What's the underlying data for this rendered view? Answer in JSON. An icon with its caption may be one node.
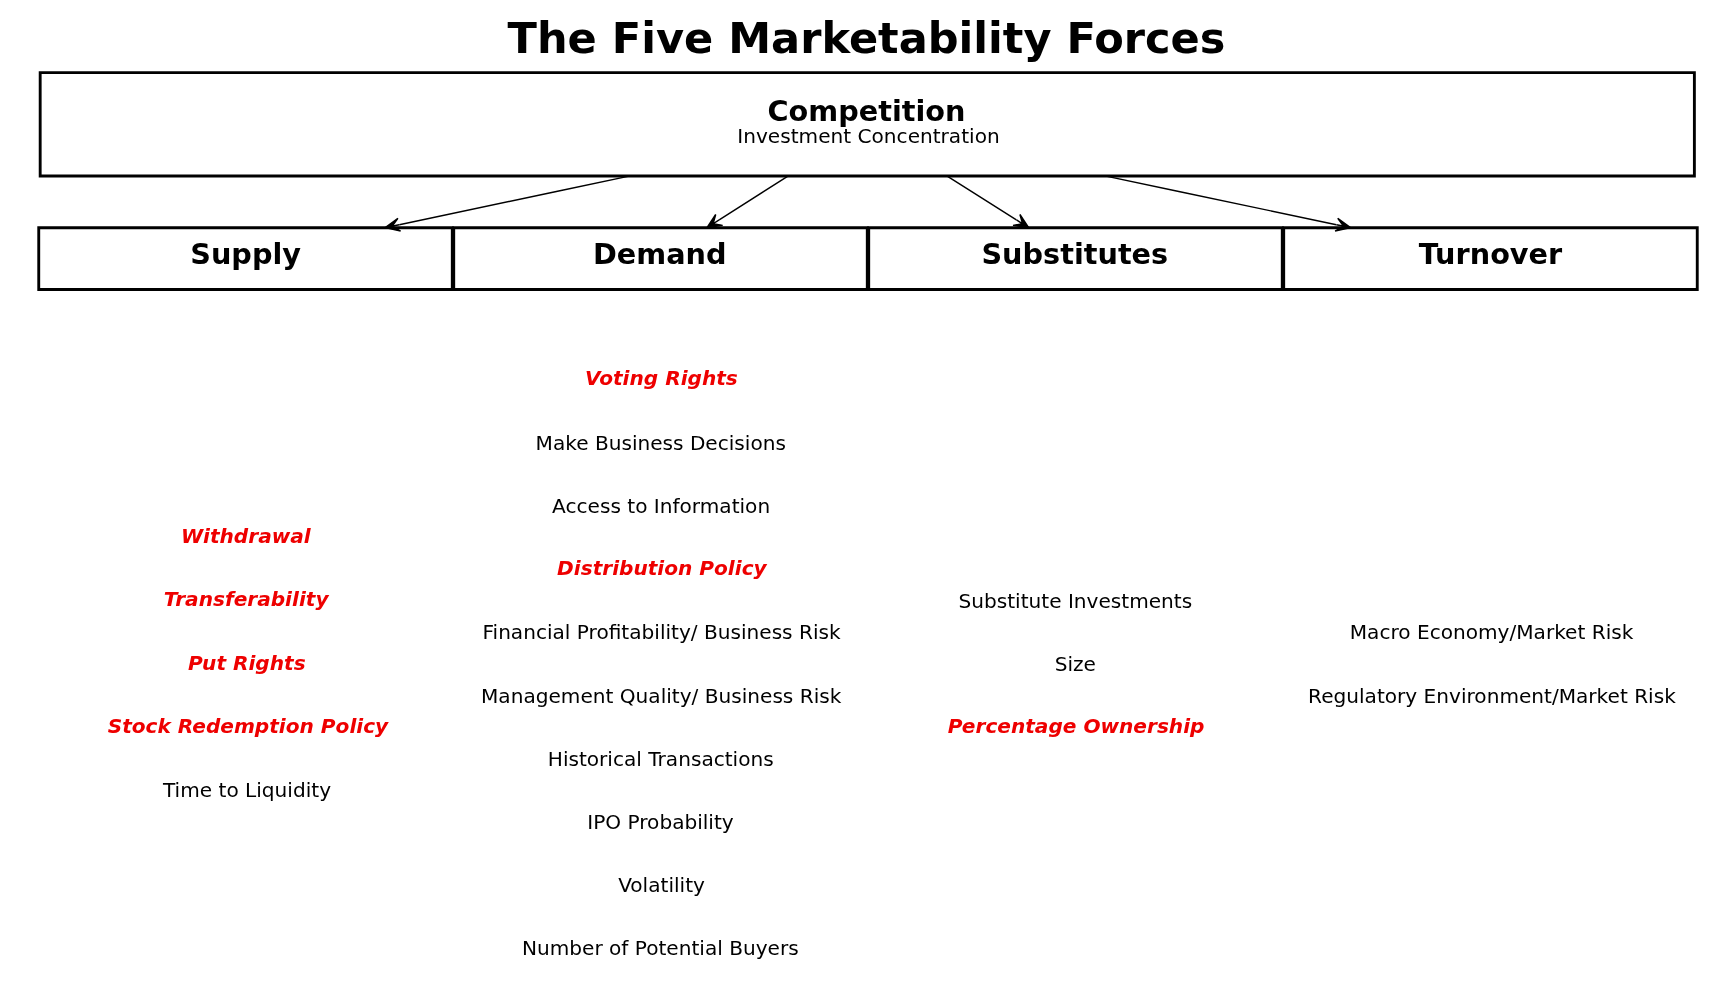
{
  "diagram": {
    "title": "The Five Marketability Forces",
    "nodes": [
      {
        "text": [
          "Competition",
          "Investment Concentration"
        ]
      },
      {
        "text": [
          "Supply"
        ],
        "beside": [
          "Withdrawal",
          "Transferability",
          "Put Rights",
          "Stock Redemption Policy",
          "Time to Liquidity"
        ]
      },
      {
        "text": [
          "Demand"
        ],
        "beside": [
          "Voting Rights",
          "Make Business Decisions",
          "Access to Information",
          "Distribution Policy",
          "Financial Profitability/ Business Risk",
          "Management Quality/ Business Risk",
          "Historical Transactions",
          "IPO Probability",
          "Volatility",
          "Number of Potential Buyers"
        ]
      },
      {
        "text": [
          "Substitutes"
        ],
        "beside": [
          "Substitute Investments",
          "Size",
          "Percentage Ownership"
        ]
      },
      {
        "text": [
          "Turnover"
        ],
        "beside": [
          "Macro Economy/Market Risk",
          "Regulatory Environment/Market Risk"
        ]
      }
    ],
    "edges": [
      {
        "from": 0,
        "to": 1,
        "arrow": "to"
      },
      {
        "from": 0,
        "to": 2,
        "arrow": "to"
      },
      {
        "from": 0,
        "to": 3,
        "arrow": "to"
      },
      {
        "from": 0,
        "to": 4,
        "arrow": "to"
      }
    ]
  }
}
